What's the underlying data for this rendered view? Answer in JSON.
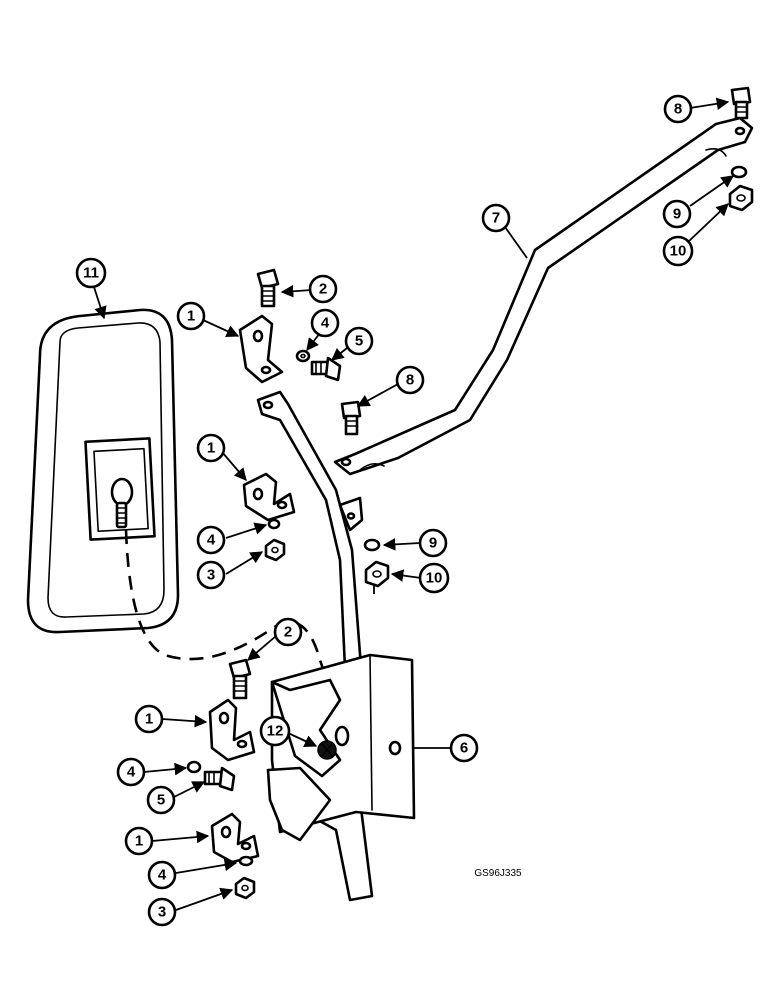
{
  "figure_code": "GS96J335",
  "callouts": [
    {
      "label": "1"
    },
    {
      "label": "1"
    },
    {
      "label": "1"
    },
    {
      "label": "1"
    },
    {
      "label": "2"
    },
    {
      "label": "2"
    },
    {
      "label": "3"
    },
    {
      "label": "3"
    },
    {
      "label": "4"
    },
    {
      "label": "4"
    },
    {
      "label": "4"
    },
    {
      "label": "4"
    },
    {
      "label": "5"
    },
    {
      "label": "5"
    },
    {
      "label": "6"
    },
    {
      "label": "7"
    },
    {
      "label": "8"
    },
    {
      "label": "8"
    },
    {
      "label": "9"
    },
    {
      "label": "9"
    },
    {
      "label": "10"
    },
    {
      "label": "10"
    },
    {
      "label": "11"
    },
    {
      "label": "12"
    }
  ]
}
